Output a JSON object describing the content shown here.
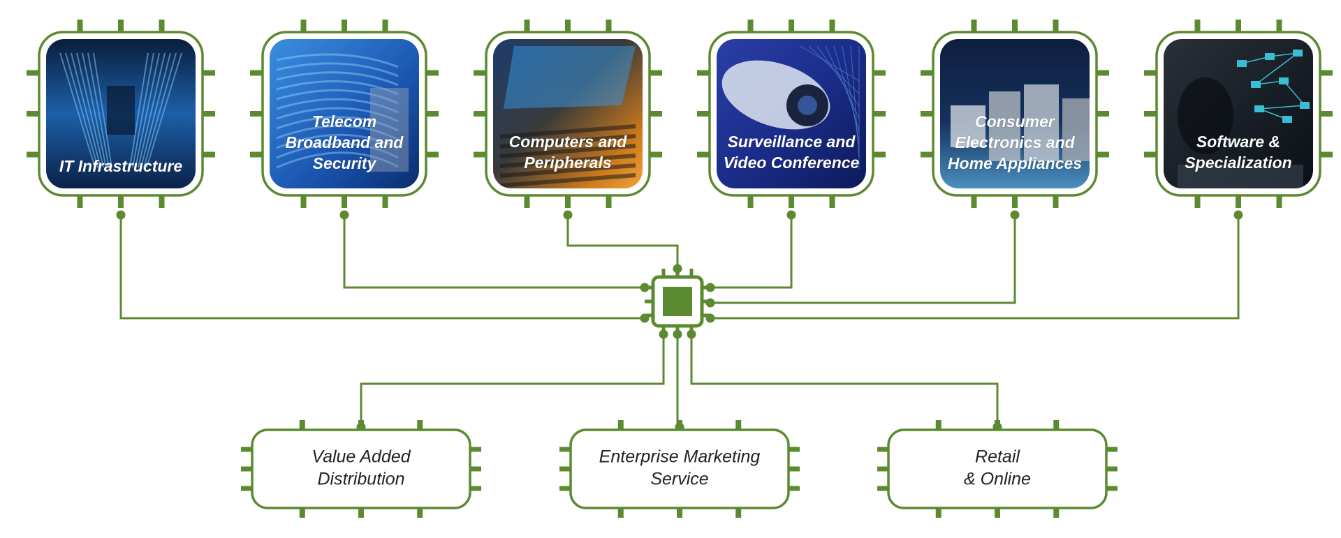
{
  "colors": {
    "accent": "#5b8a30",
    "card_text": "#ffffff",
    "service_text": "#222222"
  },
  "categories": [
    {
      "id": "it-infrastructure",
      "lines": [
        "IT Infrastructure"
      ],
      "image_icon": "server-room-photo"
    },
    {
      "id": "telecom",
      "lines": [
        "Telecom",
        "Broadband and",
        "Security"
      ],
      "image_icon": "network-cables-photo"
    },
    {
      "id": "computers",
      "lines": [
        "Computers and",
        "Peripherals"
      ],
      "image_icon": "laptop-photo"
    },
    {
      "id": "surveillance",
      "lines": [
        "Surveillance and",
        "Video Conference"
      ],
      "image_icon": "security-camera-photo"
    },
    {
      "id": "consumer-electronics",
      "lines": [
        "Consumer",
        "Electronics and",
        "Home Appliances"
      ],
      "image_icon": "home-appliances-photo"
    },
    {
      "id": "software",
      "lines": [
        "Software &",
        "Specialization"
      ],
      "image_icon": "software-flow-photo"
    }
  ],
  "hub": {
    "icon": "microchip-icon"
  },
  "services": [
    {
      "id": "value-added-distribution",
      "lines": [
        "Value Added",
        "Distribution"
      ]
    },
    {
      "id": "enterprise-marketing-service",
      "lines": [
        "Enterprise Marketing",
        "Service"
      ]
    },
    {
      "id": "retail-online",
      "lines": [
        "Retail",
        "& Online"
      ]
    }
  ]
}
